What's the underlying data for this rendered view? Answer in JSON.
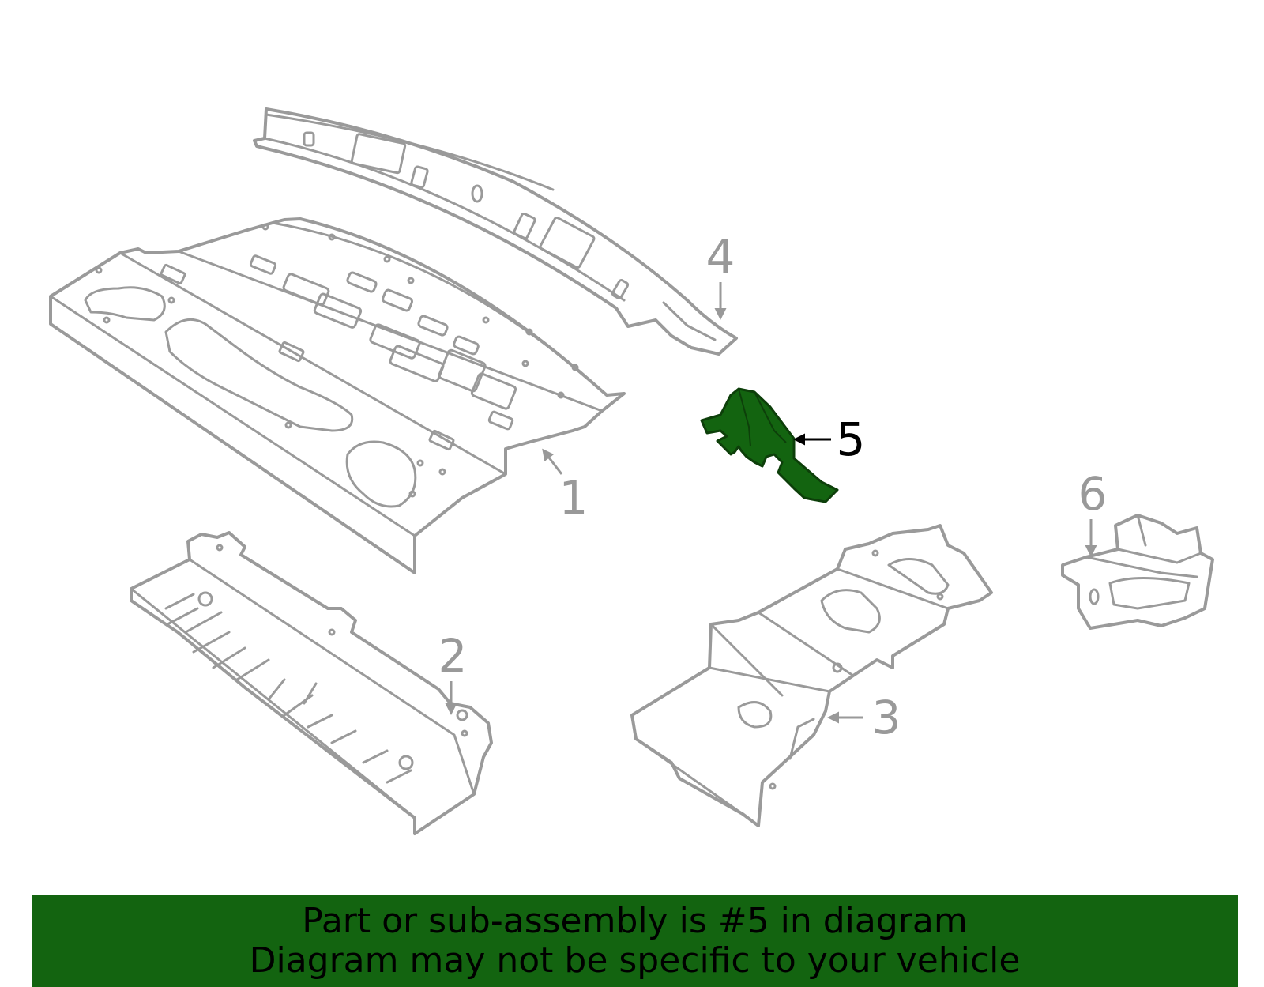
{
  "diagram": {
    "callouts": [
      {
        "id": "1",
        "label": "1",
        "highlighted": false
      },
      {
        "id": "2",
        "label": "2",
        "highlighted": false
      },
      {
        "id": "3",
        "label": "3",
        "highlighted": false
      },
      {
        "id": "4",
        "label": "4",
        "highlighted": false
      },
      {
        "id": "5",
        "label": "5",
        "highlighted": true
      },
      {
        "id": "6",
        "label": "6",
        "highlighted": false
      }
    ]
  },
  "banner": {
    "line1": "Part or sub-assembly is #5 in diagram",
    "line2": "Diagram may not be specific to your vehicle"
  },
  "colors": {
    "highlight_fill": "#136410",
    "highlight_stroke": "#0d3f0a",
    "banner_bg": "#136410",
    "line_art": "#9a9a9a",
    "callout_gray": "#999999",
    "callout_active": "#000000"
  }
}
